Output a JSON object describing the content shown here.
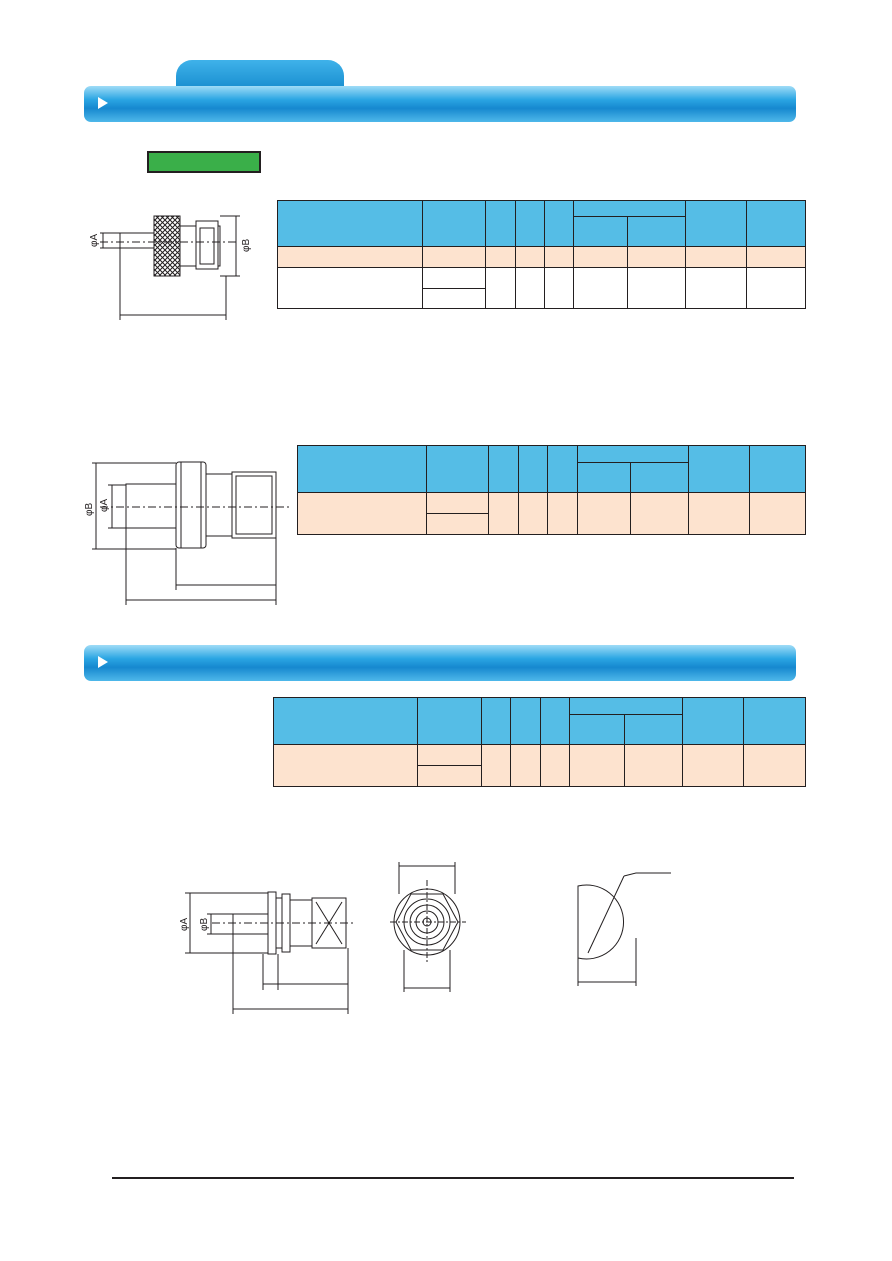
{
  "colors": {
    "header_blue": "#1a8fd0",
    "table_header": "#55bde6",
    "table_row": "#fde3cf",
    "badge_green": "#3aaf49"
  },
  "icons": {
    "section_marker": "play-triangle-icon"
  },
  "drawings": {
    "dim_A": "φA",
    "dim_B": "φB",
    "dim_A_short": "A",
    "dim_B_short": "B"
  }
}
